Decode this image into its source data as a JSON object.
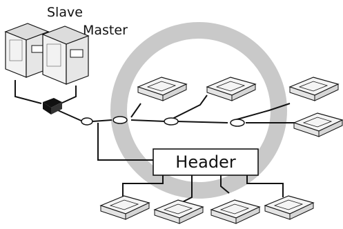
{
  "labels": {
    "slave": "Slave",
    "master": "Master",
    "header": "Header"
  },
  "colors": {
    "ring": "#c9c9c9",
    "line": "#111111",
    "unit_fill": "#f2f2f2"
  }
}
